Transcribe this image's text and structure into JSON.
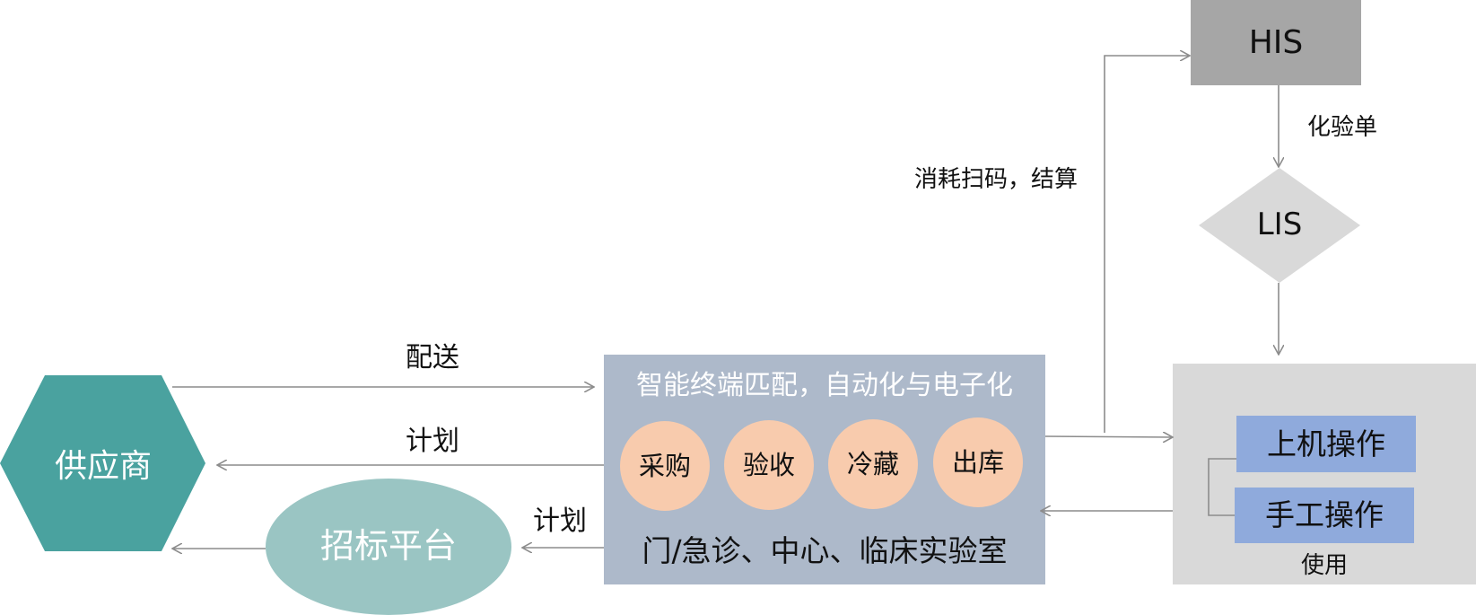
{
  "nodes": {
    "his": "HIS",
    "lis": "LIS",
    "supplier": "供应商",
    "bidding": "招标平台",
    "terminal": {
      "title": "智能终端匹配，自动化与电子化",
      "circles": [
        "采购",
        "验收",
        "冷藏",
        "出库"
      ],
      "footer": "门/急诊、中心、临床实验室"
    },
    "usage": {
      "machine": "上机操作",
      "manual": "手工操作",
      "caption": "使用"
    }
  },
  "edges": {
    "delivery": "配送",
    "plan_supplier": "计划",
    "plan_bidding": "计划",
    "scan": "消耗扫码，结算",
    "lab_order": "化验单"
  },
  "colors": {
    "his_fill": "#a6a6a6",
    "lis_fill": "#d9d9d9",
    "supplier_fill": "#4aa29f",
    "bidding_fill": "#9ac5c3",
    "terminal_fill": "#adb9ca",
    "circle_fill": "#f8cbad",
    "usage_fill": "#d9d9d9",
    "op_fill": "#8faadc",
    "arrow": "#8c8c8c"
  }
}
